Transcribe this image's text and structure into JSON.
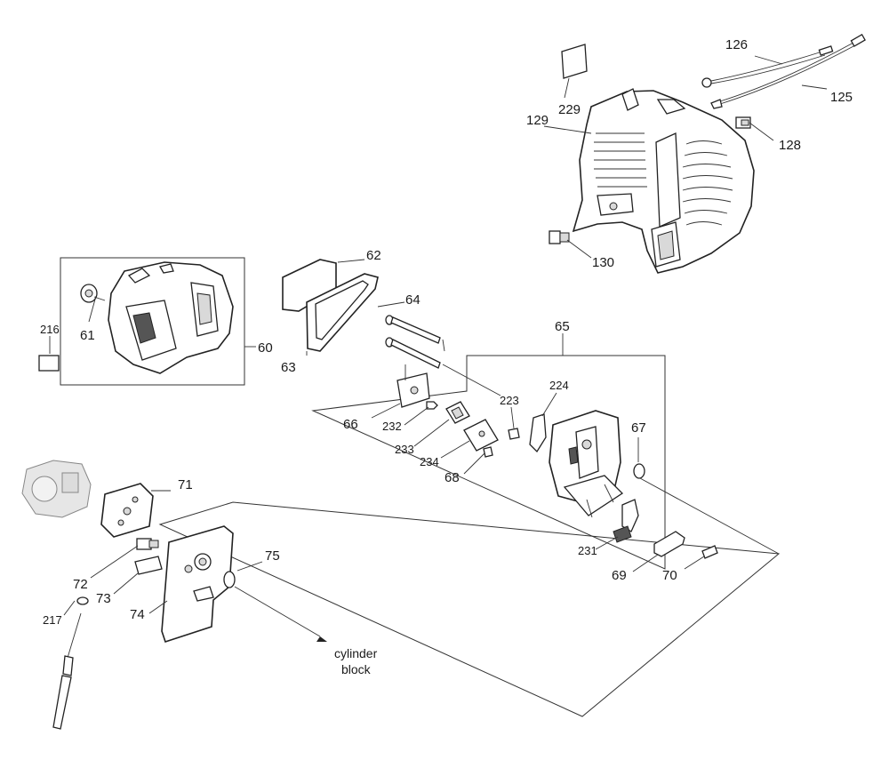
{
  "labels": {
    "p125": "125",
    "p126": "126",
    "p128": "128",
    "p129": "129",
    "p130": "130",
    "p229": "229",
    "p60": "60",
    "p61": "61",
    "p62": "62",
    "p63": "63",
    "p64": "64",
    "p65": "65",
    "p66": "66",
    "p67": "67",
    "p68": "68",
    "p69": "69",
    "p70": "70",
    "p71": "71",
    "p72": "72",
    "p73": "73",
    "p74": "74",
    "p75": "75",
    "p216": "216",
    "p217": "217",
    "p223": "223",
    "p224": "224",
    "p231": "231",
    "p232": "232",
    "p233": "233",
    "p234": "234"
  },
  "note": {
    "line1": "cylinder",
    "line2": "block"
  }
}
